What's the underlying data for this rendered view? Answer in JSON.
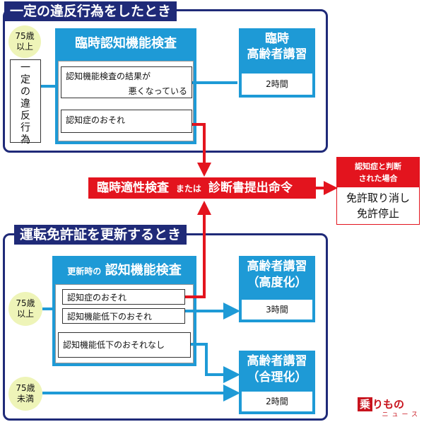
{
  "colors": {
    "navy": "#1f2a78",
    "blue": "#1e9ad6",
    "red": "#e3141e",
    "circle": "#eef4b8"
  },
  "top": {
    "title": "一定の違反行為をしたとき",
    "age": [
      "75歳",
      "以上"
    ],
    "violation": [
      "一",
      "定",
      "の",
      "違",
      "反",
      "行",
      "為"
    ],
    "exam": "臨時認知機能検査",
    "result1": [
      "認知機能検査の結果が",
      "悪くなっている"
    ],
    "result2": "認知症のおそれ",
    "lecture": [
      "臨時",
      "高齢者講習"
    ],
    "lecture_hours": "2時間"
  },
  "middle": {
    "order_a": "臨時適性検査",
    "order_or": "または",
    "order_b": "診断書提出命令",
    "judged": [
      "認知症と判断",
      "された場合"
    ],
    "outcome": [
      "免許取り消し",
      "免許停止"
    ]
  },
  "bottom": {
    "title": "運転免許証を更新するとき",
    "exam_prefix": "更新時の",
    "exam": "認知機能検査",
    "age_over": [
      "75歳",
      "以上"
    ],
    "age_under": [
      "75歳",
      "未満"
    ],
    "r1": "認知症のおそれ",
    "r2": "認知機能低下のおそれ",
    "r3": "認知機能低下のおそれなし",
    "lecture1": [
      "高齢者講習",
      "（高度化）"
    ],
    "lecture1_hours": "3時間",
    "lecture2": [
      "高齢者講習",
      "（合理化）"
    ],
    "lecture2_hours": "2時間"
  },
  "logo": {
    "mark": "乗",
    "text": "りもの",
    "sub": "ニュース"
  }
}
